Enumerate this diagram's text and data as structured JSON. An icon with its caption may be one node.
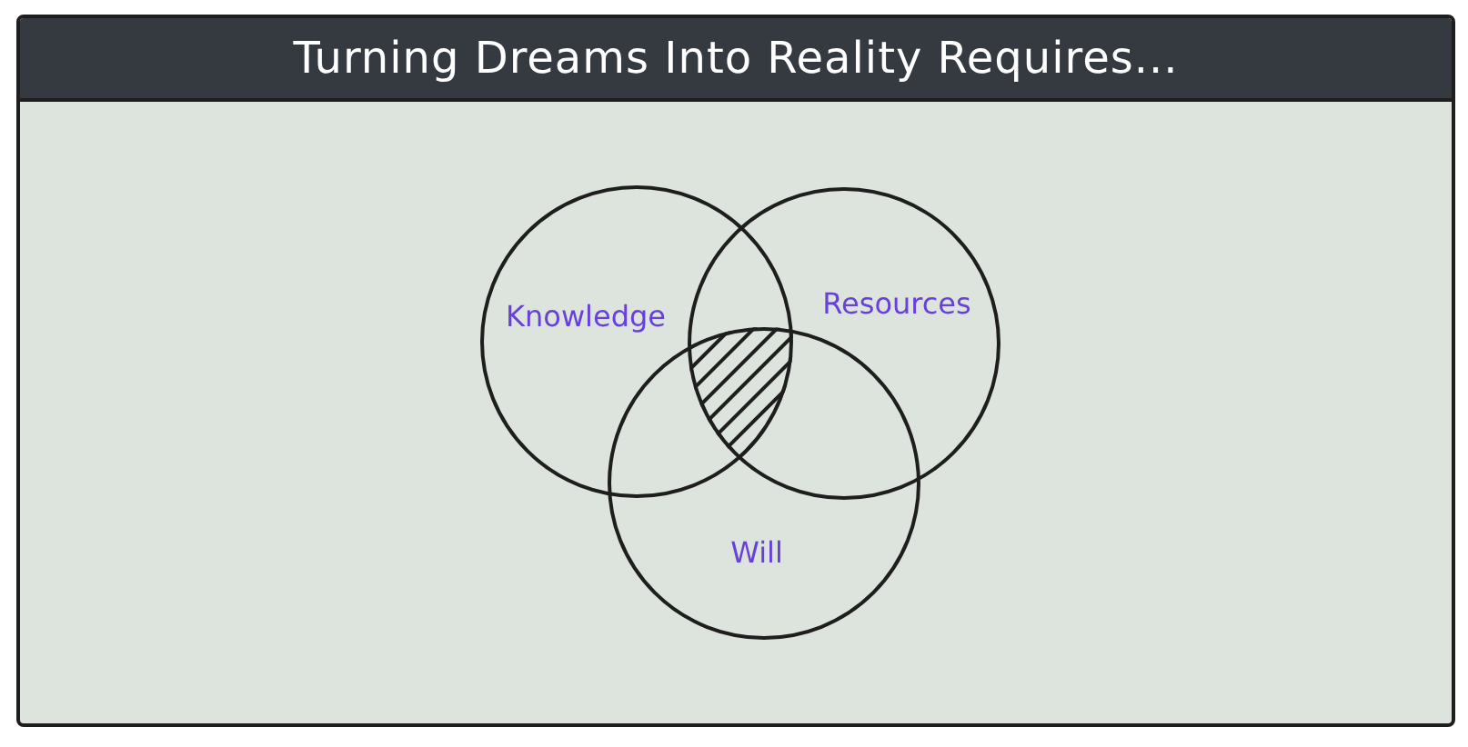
{
  "diagram": {
    "title": "Turning Dreams Into Reality Requires...",
    "nodes": [
      {
        "text": [
          "Knowledge"
        ]
      },
      {
        "text": [
          "Resources"
        ]
      },
      {
        "text": [
          "Will"
        ]
      }
    ]
  }
}
